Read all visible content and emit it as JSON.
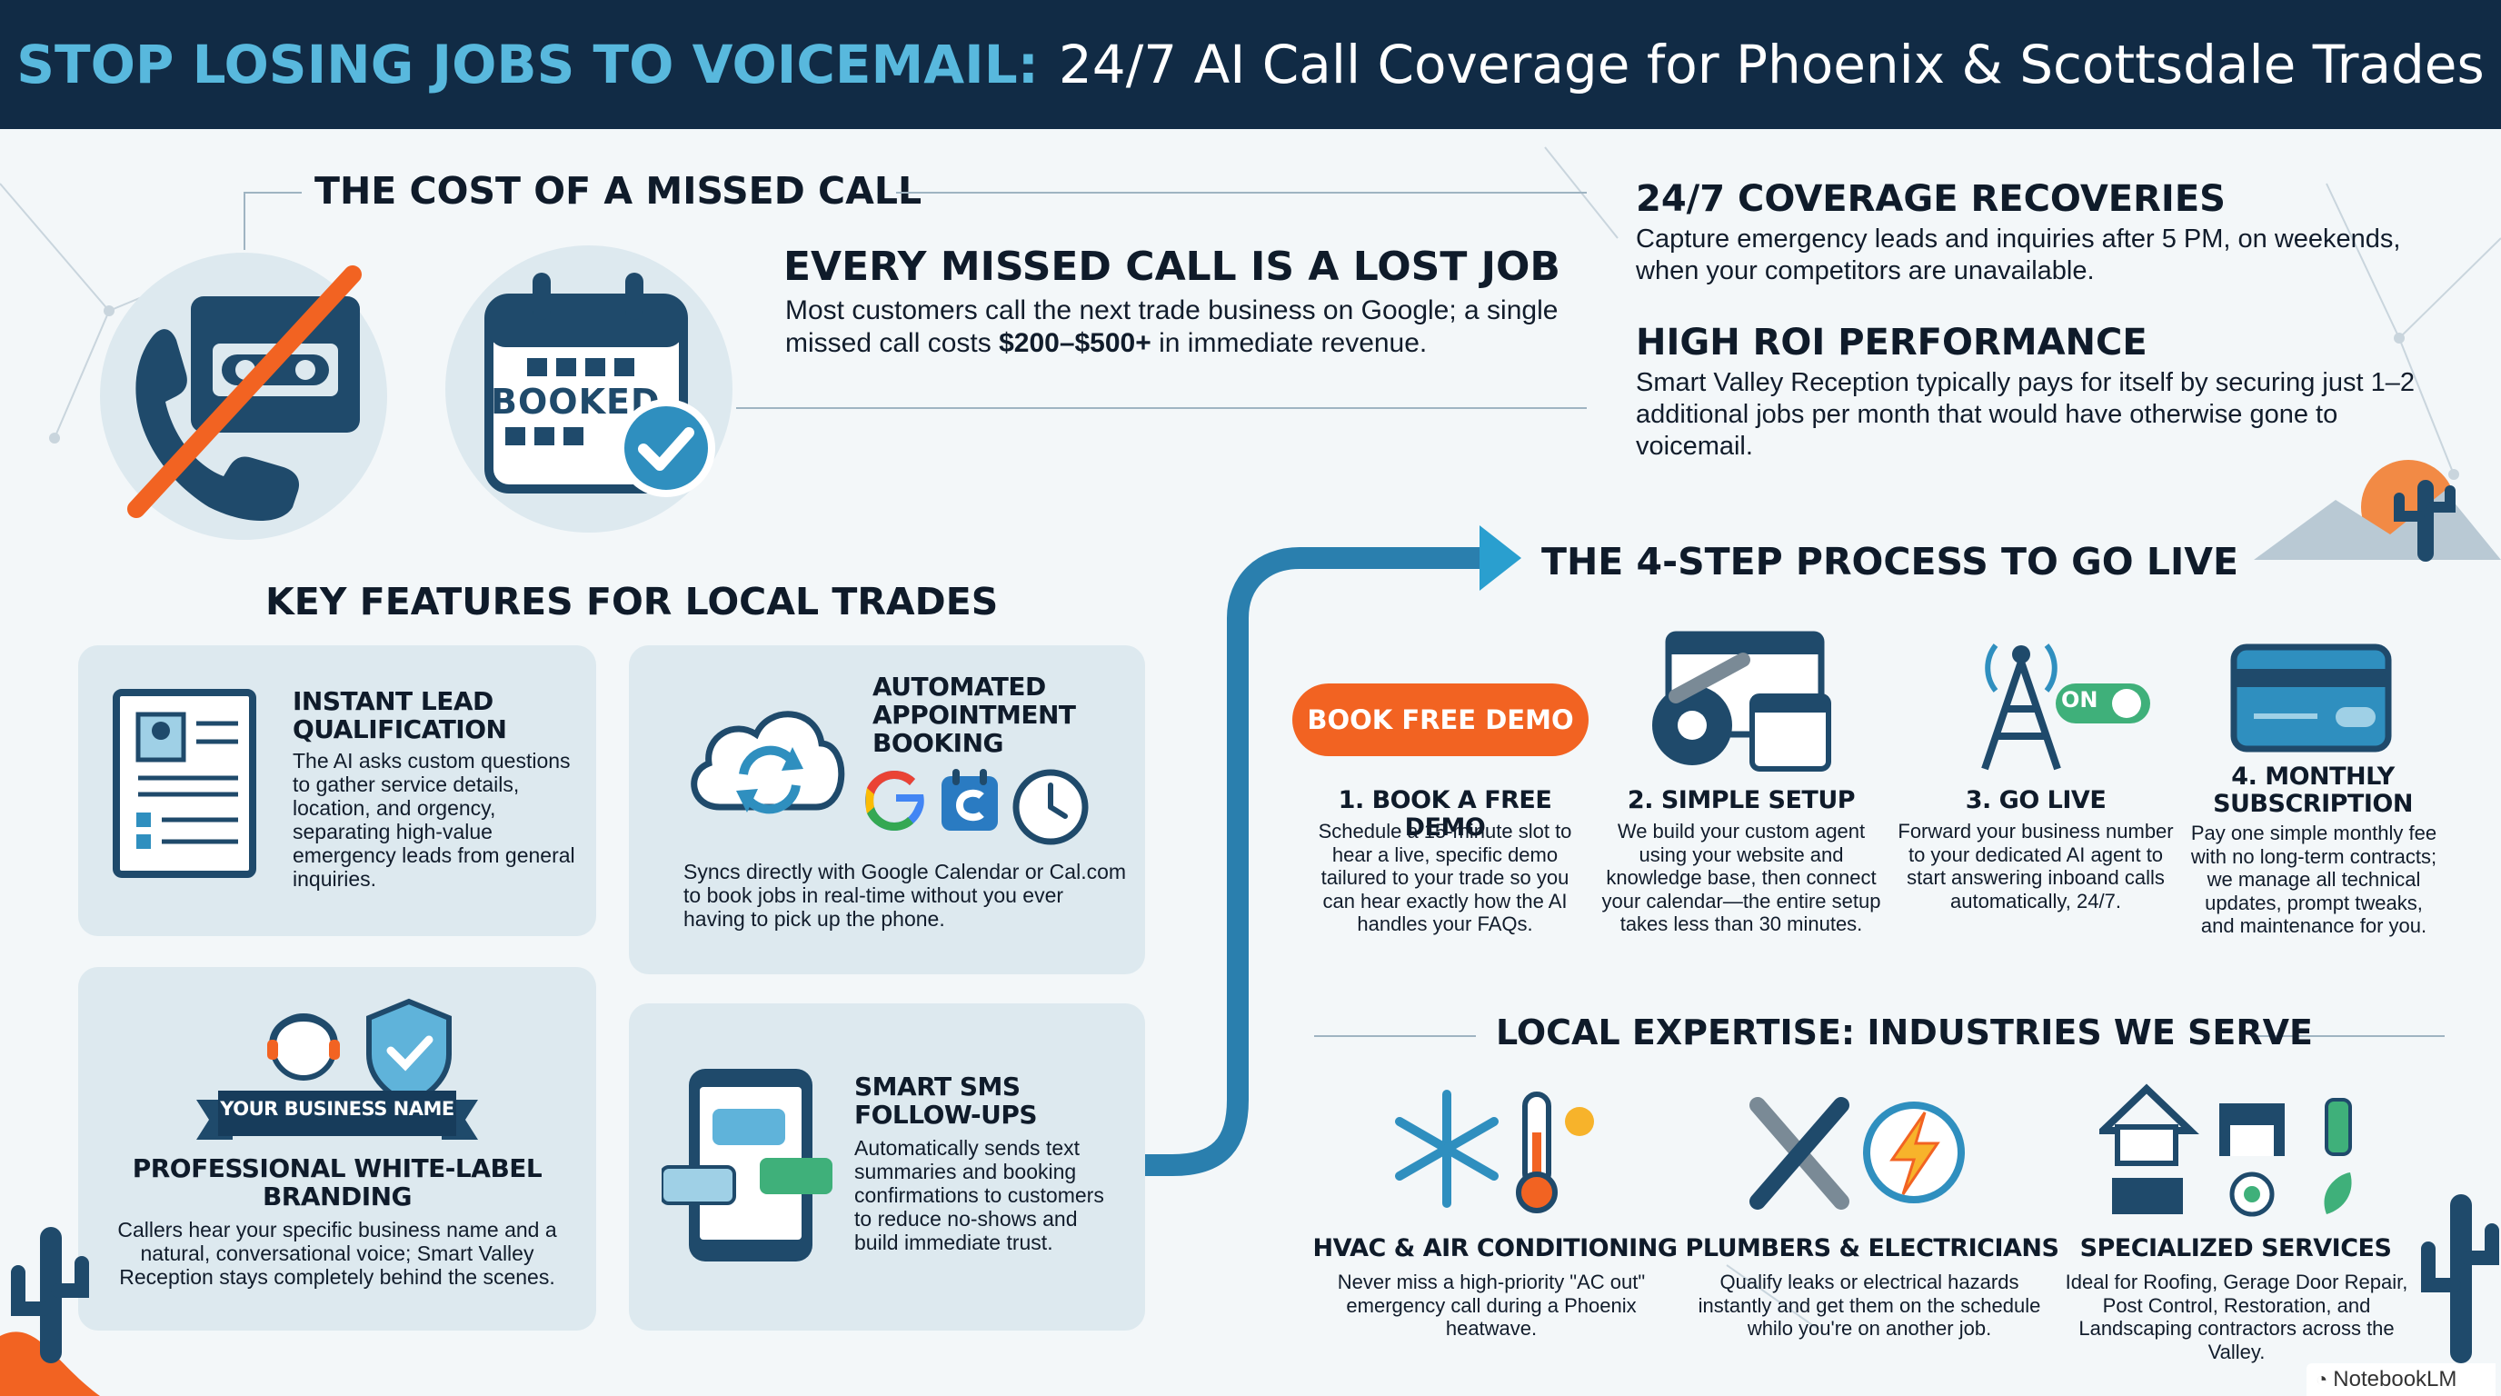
{
  "header": {
    "title_emphasis": "STOP LOSING JOBS TO VOICEMAIL:",
    "title_rest": "24/7 AI Call Coverage for Phoenix & Scottsdale Trades"
  },
  "missed_call": {
    "section_title": "THE COST OF A MISSED CALL",
    "booked_label": "BOOKED",
    "headline": "EVERY MISSED CALL IS A LOST JOB",
    "text_before": "Most customers call the next trade business on Google; a single missed call costs",
    "amount": "$200–$500+",
    "text_after": "in immediate revenue."
  },
  "benefits": [
    {
      "title": "24/7 COVERAGE RECOVERIES",
      "text": "Capture emergency leads and inquiries after 5 PM, on weekends, when your competitors are unavailable."
    },
    {
      "title": "HIGH ROI PERFORMANCE",
      "text": "Smart Valley Reception typically pays for itself by securing just 1–2 additional jobs per month that would have otherwise gone to voicemail."
    }
  ],
  "features": {
    "section_title": "KEY FEATURES FOR LOCAL TRADES",
    "items": [
      {
        "title": "INSTANT LEAD QUALIFICATION",
        "text": "The AI asks custom questions to gather service details, location, and orgency, separating high-value emergency leads from general inquiries."
      },
      {
        "title": "AUTOMATED APPOINTMENT BOOKING",
        "text": "Syncs directly with Google Calendar or Cal.com to book jobs in real-time without you ever having to pick up the phone."
      },
      {
        "title": "PROFESSIONAL WHITE-LABEL BRANDING",
        "banner": "YOUR BUSINESS NAME",
        "text": "Callers hear your specific business name and a natural, conversational voice; Smart Valley Reception stays completely behind the scenes."
      },
      {
        "title": "SMART SMS FOLLOW-UPS",
        "text": "Automatically sends text summaries and booking confirmations to customers to reduce no-shows and build immediate trust."
      }
    ]
  },
  "process": {
    "section_title": "THE 4-STEP PROCESS TO GO LIVE",
    "demo_button": "BOOK FREE DEMO",
    "toggle_label": "ON",
    "steps": [
      {
        "title": "1. BOOK A FREE DEMO",
        "text": "Schedule a 15-minute slot to hear a live, specific demo tailured to your trade so you can hear exactly how the AI handles your FAQs."
      },
      {
        "title": "2. SIMPLE SETUP",
        "text": "We build your custom agent using your website and knowledge base, then connect your calendar—the entire setup takes less than 30 minutes."
      },
      {
        "title": "3. GO LIVE",
        "text": "Forward your business number to your dedicated AI agent to start answering inboand calls automatically, 24/7."
      },
      {
        "title": "4. MONTHLY SUBSCRIPTION",
        "text": "Pay one simple monthly fee with no long-term contracts; we manage all technical updates, prompt tweaks, and maintenance for you."
      }
    ]
  },
  "industries": {
    "section_title": "LOCAL EXPERTISE: INDUSTRIES WE SERVE",
    "items": [
      {
        "title": "HVAC & AIR CONDITIONING",
        "text": "Never miss a high-priority \"AC out\" emergency call during a Phoenix heatwave."
      },
      {
        "title": "PLUMBERS & ELECTRICIANS",
        "text": "Qualify leaks or electrical hazards instantly and get them on the schedule whilo you're on another job."
      },
      {
        "title": "SPECIALIZED SERVICES",
        "text": "Ideal for Roofing, Gerage Door Repair, Post Control, Restoration, and Landscaping contractors across the Valley."
      }
    ]
  },
  "badge": {
    "label": "NotebookLM"
  },
  "colors": {
    "navy": "#112b45",
    "accent_blue": "#58b8dd",
    "orange": "#f26322",
    "card": "#dde9ef",
    "dark_icon": "#1f4a6b"
  }
}
